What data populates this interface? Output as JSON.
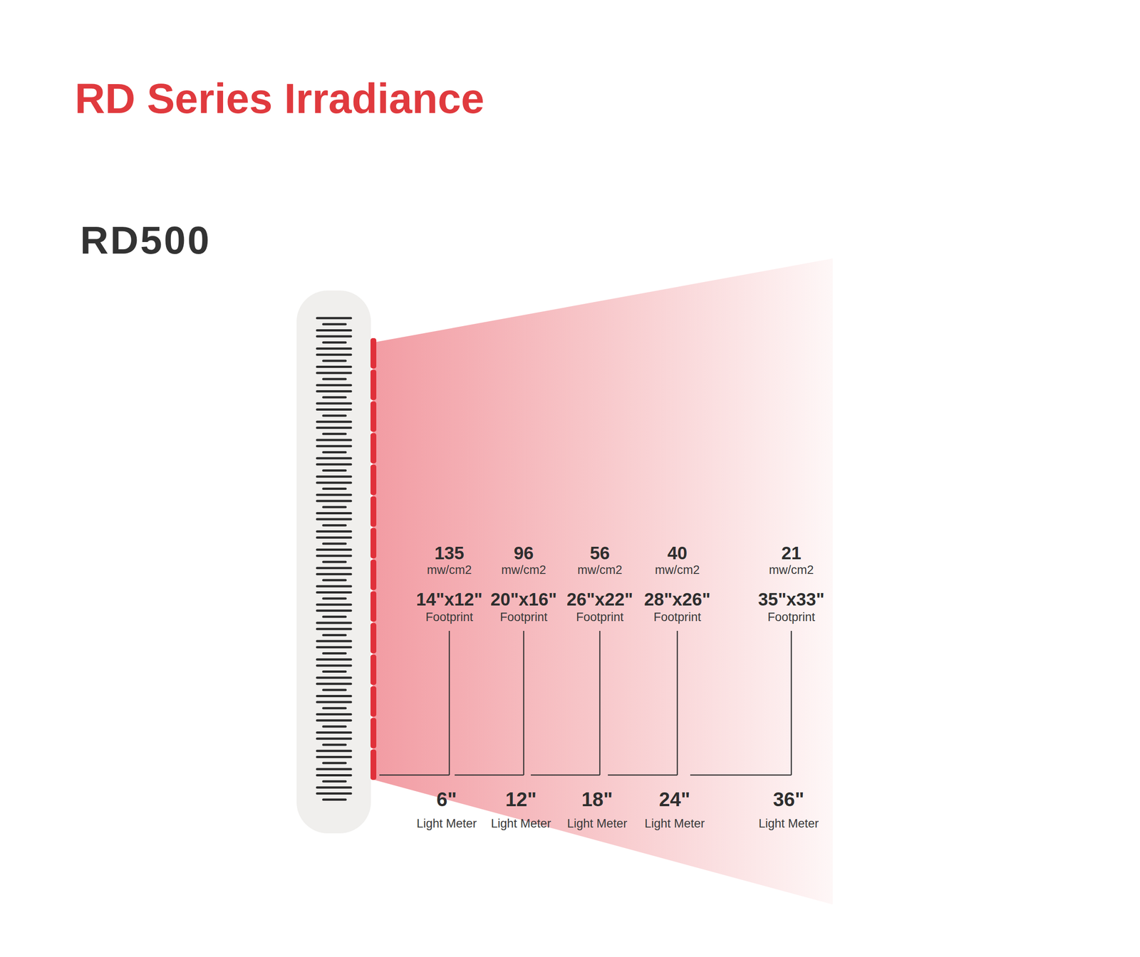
{
  "diagram": {
    "title": "RD Series Irradiance",
    "labels": [
      "RD500",
      "135",
      "mw/cm2",
      "14\"x12\"",
      "Footprint",
      "6\"",
      "Light Meter",
      "96",
      "mw/cm2",
      "20\"x16\"",
      "Footprint",
      "12\"",
      "Light Meter",
      "56",
      "mw/cm2",
      "26\"x22\"",
      "Footprint",
      "18\"",
      "Light Meter",
      "40",
      "mw/cm2",
      "28\"x26\"",
      "Footprint",
      "24\"",
      "Light Meter",
      "21",
      "mw/cm2",
      "35\"x33\"",
      "Footprint",
      "36\"",
      "Light Meter"
    ]
  }
}
